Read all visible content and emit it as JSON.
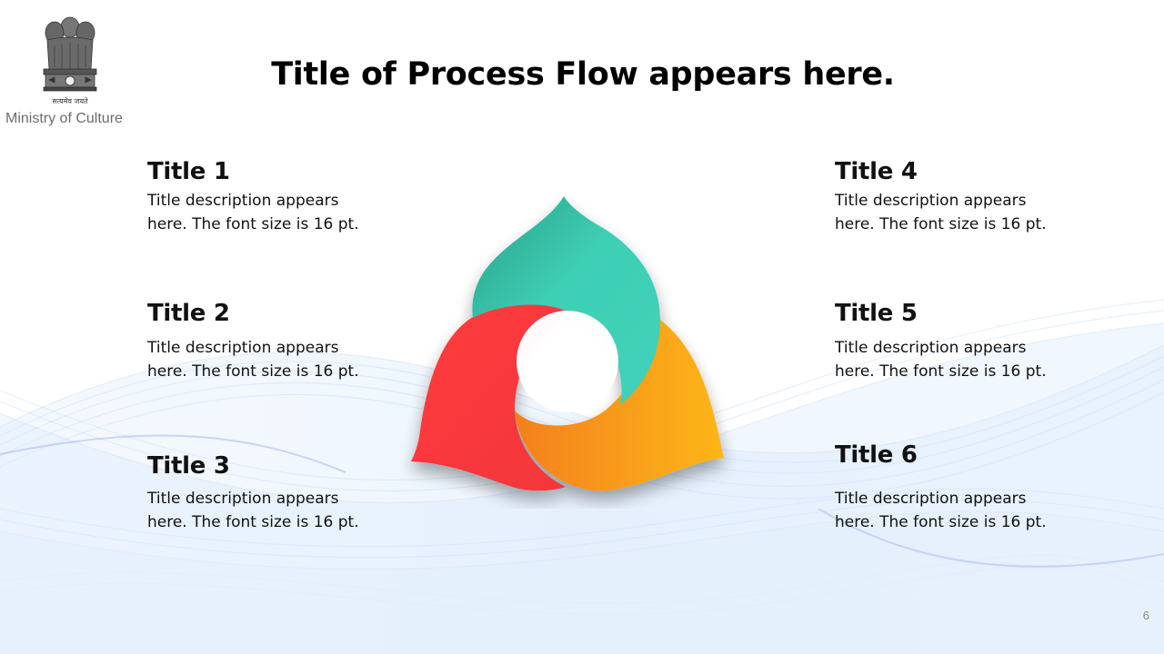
{
  "header": {
    "ministry": "Ministry of Culture",
    "emblem_motto": "सत्यमेव जयते",
    "title": "Title of Process Flow appears here."
  },
  "items": [
    {
      "title": "Title 1",
      "description": "Title description appears here. The font size is 16 pt."
    },
    {
      "title": "Title 2",
      "description": "Title description appears here. The font size is 16 pt."
    },
    {
      "title": "Title 3",
      "description": "Title description appears here. The font size is 16 pt."
    },
    {
      "title": "Title 4",
      "description": "Title description appears here. The font size is 16 pt."
    },
    {
      "title": "Title 5",
      "description": "Title description appears here. The font size is 16 pt."
    },
    {
      "title": "Title 6",
      "description": "Title description appears here. The font size is 16 pt."
    }
  ],
  "diagram": {
    "petals": [
      {
        "name": "teal-petal",
        "color": "#3ecfb5"
      },
      {
        "name": "red-petal",
        "color": "#fd3a3d"
      },
      {
        "name": "orange-petal",
        "color": "#fbaa18"
      }
    ]
  },
  "footer": {
    "page_number": "6"
  },
  "colors": {
    "wave": "#a9cdf5",
    "wave_dark": "#7fb0ef"
  }
}
